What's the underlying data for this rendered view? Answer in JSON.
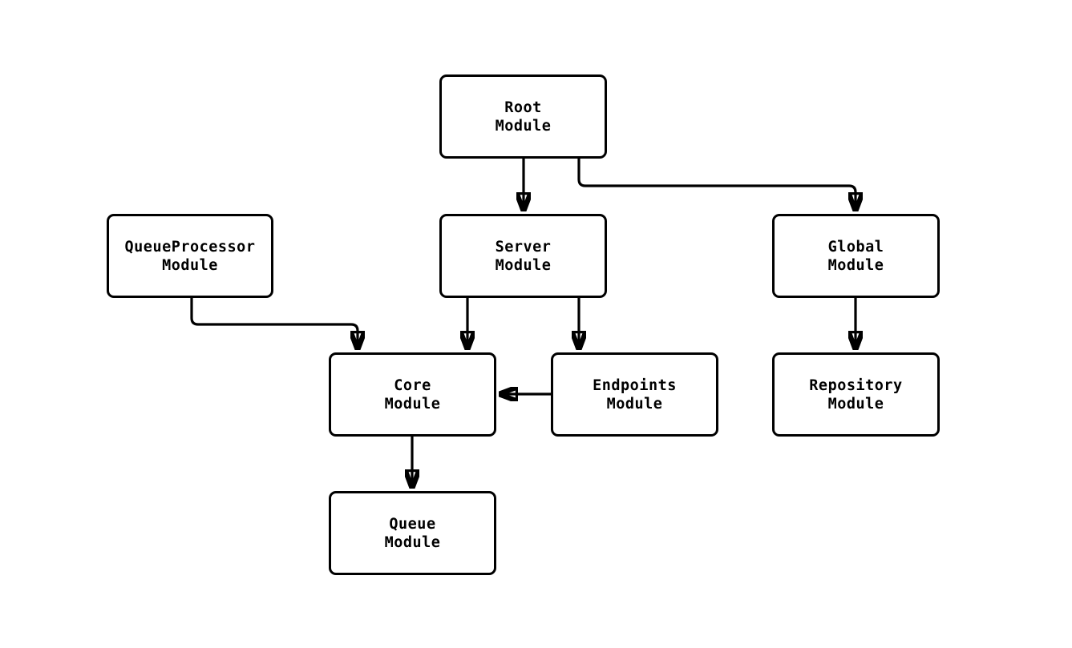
{
  "diagram": {
    "type": "flowchart",
    "background": "#ffffff",
    "line_color": "#000000",
    "box_fill": "#ffffff",
    "box_border_color": "#000000",
    "text_color": "#000000",
    "nodes": [
      {
        "id": "root",
        "label": "Root\nModule"
      },
      {
        "id": "queueprocessor",
        "label": "QueueProcessor\nModule"
      },
      {
        "id": "server",
        "label": "Server\nModule"
      },
      {
        "id": "global",
        "label": "Global\nModule"
      },
      {
        "id": "core",
        "label": "Core\nModule"
      },
      {
        "id": "endpoints",
        "label": "Endpoints\nModule"
      },
      {
        "id": "repository",
        "label": "Repository\nModule"
      },
      {
        "id": "queue",
        "label": "Queue\nModule"
      }
    ],
    "edges": [
      {
        "from": "root",
        "to": "server"
      },
      {
        "from": "root",
        "to": "global"
      },
      {
        "from": "queueprocessor",
        "to": "core"
      },
      {
        "from": "server",
        "to": "core"
      },
      {
        "from": "server",
        "to": "endpoints"
      },
      {
        "from": "endpoints",
        "to": "core"
      },
      {
        "from": "global",
        "to": "repository"
      },
      {
        "from": "core",
        "to": "queue"
      }
    ]
  }
}
